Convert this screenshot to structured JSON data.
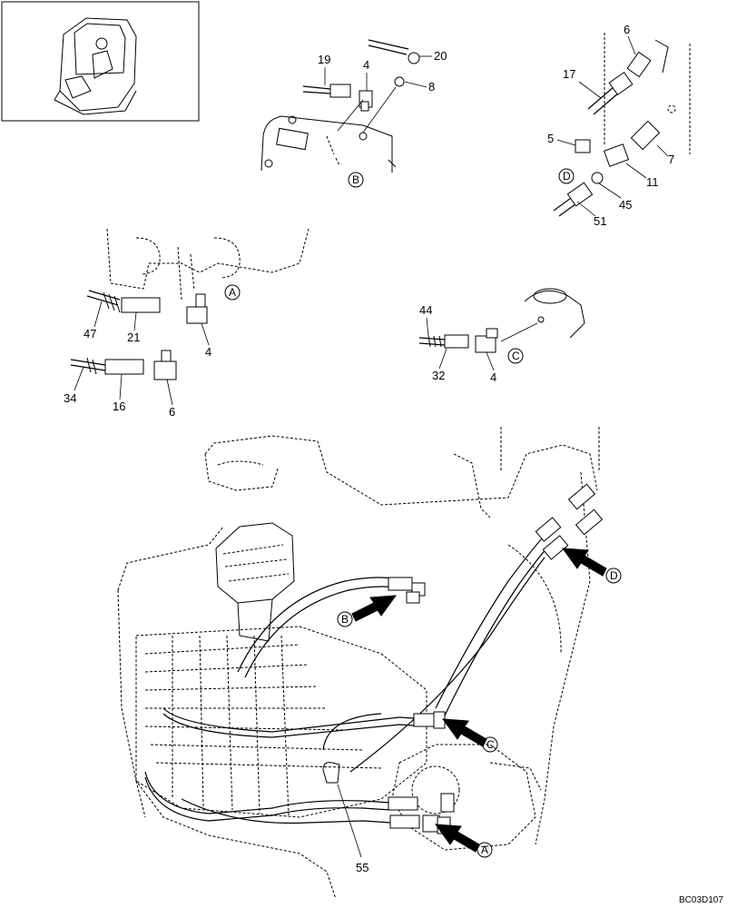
{
  "drawing": {
    "code": "BC03D107"
  },
  "callouts": [
    {
      "id": "c19",
      "text": "19"
    },
    {
      "id": "c4a",
      "text": "4"
    },
    {
      "id": "c20",
      "text": "20"
    },
    {
      "id": "c8",
      "text": "8"
    },
    {
      "id": "c6a",
      "text": "6"
    },
    {
      "id": "c17",
      "text": "17"
    },
    {
      "id": "c5",
      "text": "5"
    },
    {
      "id": "c7",
      "text": "7"
    },
    {
      "id": "c11",
      "text": "11"
    },
    {
      "id": "c45",
      "text": "45"
    },
    {
      "id": "c51",
      "text": "51"
    },
    {
      "id": "c47",
      "text": "47"
    },
    {
      "id": "c21",
      "text": "21"
    },
    {
      "id": "c4b",
      "text": "4"
    },
    {
      "id": "c34",
      "text": "34"
    },
    {
      "id": "c16",
      "text": "16"
    },
    {
      "id": "c6b",
      "text": "6"
    },
    {
      "id": "c44",
      "text": "44"
    },
    {
      "id": "c32",
      "text": "32"
    },
    {
      "id": "c4c",
      "text": "4"
    },
    {
      "id": "c55",
      "text": "55"
    }
  ],
  "views": [
    {
      "id": "vA1",
      "text": "A"
    },
    {
      "id": "vB1",
      "text": "B"
    },
    {
      "id": "vC1",
      "text": "C"
    },
    {
      "id": "vD1",
      "text": "D"
    },
    {
      "id": "vA2",
      "text": "A"
    },
    {
      "id": "vB2",
      "text": "B"
    },
    {
      "id": "vC2",
      "text": "C"
    },
    {
      "id": "vD2",
      "text": "D"
    }
  ]
}
